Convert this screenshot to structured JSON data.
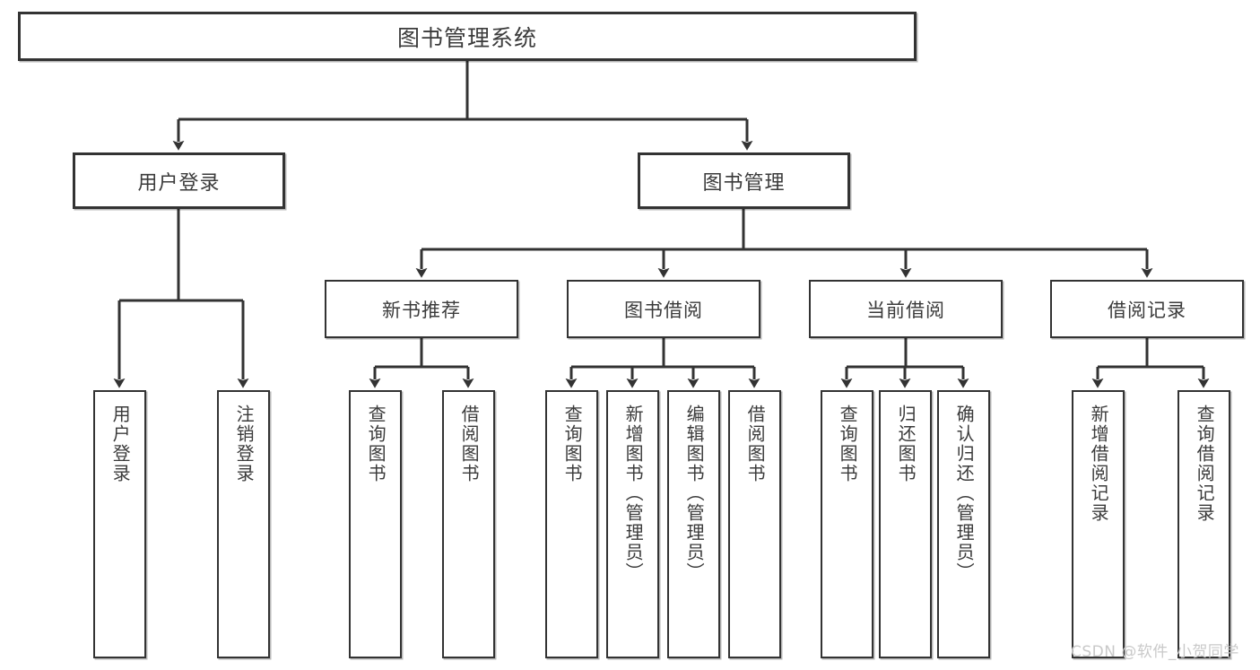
{
  "diagram": {
    "title": "图书管理系统",
    "type": "tree-hierarchy",
    "root": {
      "label": "图书管理系统"
    },
    "level2": [
      {
        "label": "用户登录"
      },
      {
        "label": "图书管理"
      }
    ],
    "level3": [
      {
        "label": "新书推荐"
      },
      {
        "label": "图书借阅"
      },
      {
        "label": "当前借阅"
      },
      {
        "label": "借阅记录"
      }
    ],
    "leaves": [
      {
        "label": "用户登录",
        "parent": "用户登录"
      },
      {
        "label": "注销登录",
        "parent": "用户登录"
      },
      {
        "label": "查询图书",
        "parent": "新书推荐"
      },
      {
        "label": "借阅图书",
        "parent": "新书推荐"
      },
      {
        "label": "查询图书",
        "parent": "图书借阅"
      },
      {
        "label": "新增图书（管理员）",
        "parent": "图书借阅"
      },
      {
        "label": "编辑图书（管理员）",
        "parent": "图书借阅"
      },
      {
        "label": "借阅图书",
        "parent": "图书借阅"
      },
      {
        "label": "查询图书",
        "parent": "当前借阅"
      },
      {
        "label": "归还图书",
        "parent": "当前借阅"
      },
      {
        "label": "确认归还（管理员）",
        "parent": "当前借阅"
      },
      {
        "label": "新增借阅记录",
        "parent": "借阅记录"
      },
      {
        "label": "查询借阅记录",
        "parent": "借阅记录"
      }
    ]
  },
  "watermark": {
    "text": "CSDN @软件_小贺同学"
  },
  "colors": {
    "box_border": "#333333",
    "box_fill": "#ffffff",
    "text": "#3b3b3b",
    "connector": "#333333",
    "watermark": "#c9c9c9",
    "background": "#ffffff"
  }
}
